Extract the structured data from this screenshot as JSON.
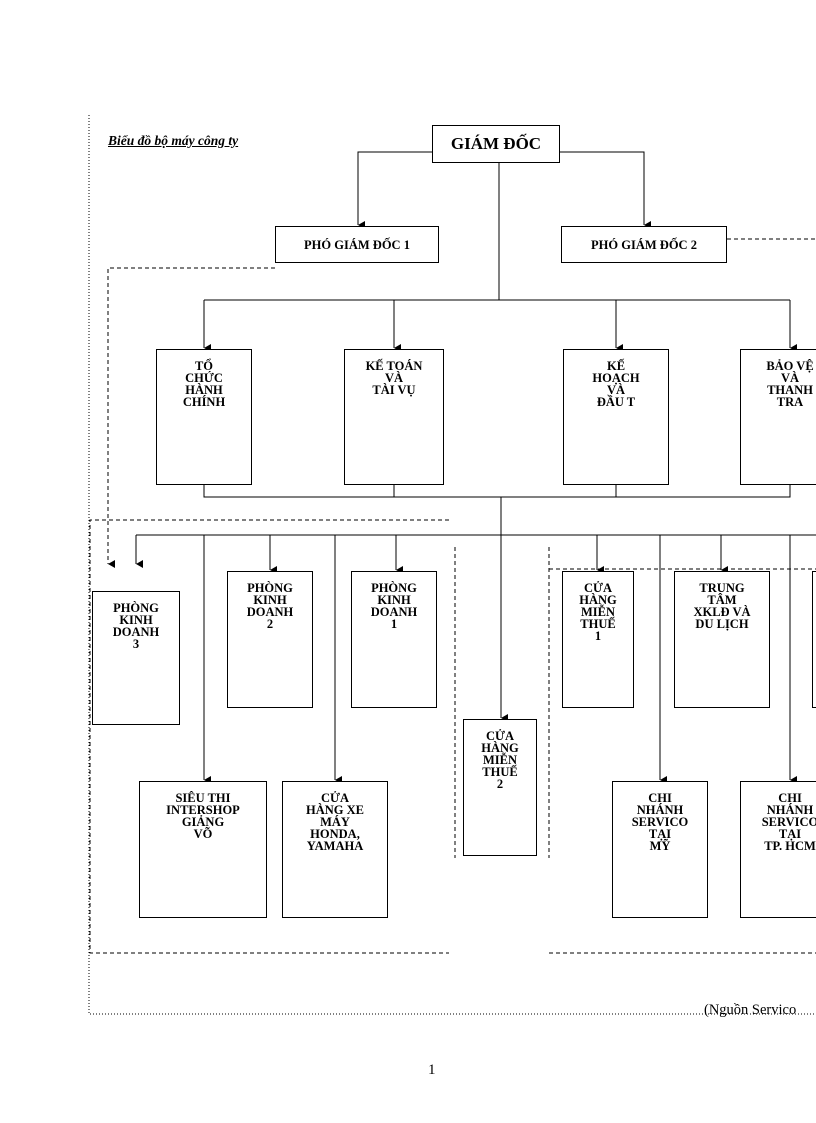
{
  "title": "Biểu đồ bộ máy công ty",
  "nodes": {
    "director": "GIÁM ĐỐC",
    "deputy1": "PHÓ GIÁM ĐỐC 1",
    "deputy2": "PHÓ GIÁM ĐỐC 2",
    "org_admin": "TỔ\nCHỨC\nHÀNH\nCHÍNH",
    "accounting": "KẾ TOÁN\nVÀ\nTÀI VỤ",
    "planning": "KẾ\nHOẠCH\nVÀ\nĐẦU T",
    "security": "BẢO VỆ\nVÀ\nTHANH\nTRA",
    "sales3": "PHÒNG\nKINH\nDOANH\n3",
    "sales2": "PHÒNG\nKINH\nDOANH\n2",
    "sales1": "PHÒNG\nKINH\nDOANH\n1",
    "dutyfree2": "CỬA\nHÀNG\nMIỄN\nTHUẾ\n2",
    "dutyfree1": "CỬA\nHÀNG\nMIỄN\nTHUẾ\n1",
    "labor_center": "TRUNG\nTÂM\nXKLĐ VÀ\nDU LỊCH",
    "supermarket": "SIÊU THI\nINTERSHOP\nGIẢNG\nVÕ",
    "motorbike_shop": "CỬA\nHÀNG XE\nMÁY\nHONDA,\nYAMAHA",
    "branch_us": "CHI\nNHÁNH\nSERVICO\nTẠI\nMỸ",
    "branch_hcm": "CHI\nNHÁNH\nSERVICO\nTẠI\nTP. HCM"
  },
  "source_note": "(Nguồn Servico",
  "page_number": "1"
}
